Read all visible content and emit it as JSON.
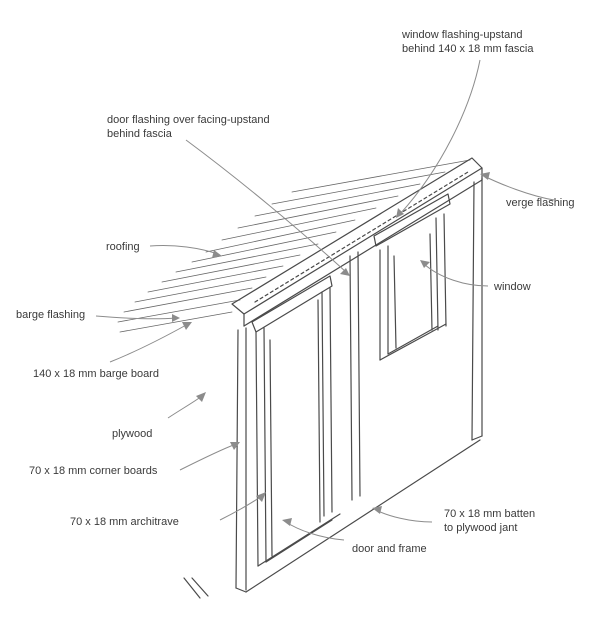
{
  "labels": {
    "window_flashing_line1": "window flashing-upstand",
    "window_flashing_line2": "behind 140 x 18 mm fascia",
    "door_flashing_line1": "door flashing over facing-upstand",
    "door_flashing_line2": "behind fascia",
    "verge_flashing": "verge flashing",
    "roofing": "roofing",
    "window": "window",
    "barge_flashing": "barge flashing",
    "barge_board": "140 x 18 mm barge board",
    "plywood": "plywood",
    "corner_boards": "70 x 18 mm corner boards",
    "architrave": "70 x 18 mm architrave",
    "batten_line1": "70 x 18 mm batten",
    "batten_line2": "to plywood jant",
    "door_and_frame": "door and frame"
  }
}
